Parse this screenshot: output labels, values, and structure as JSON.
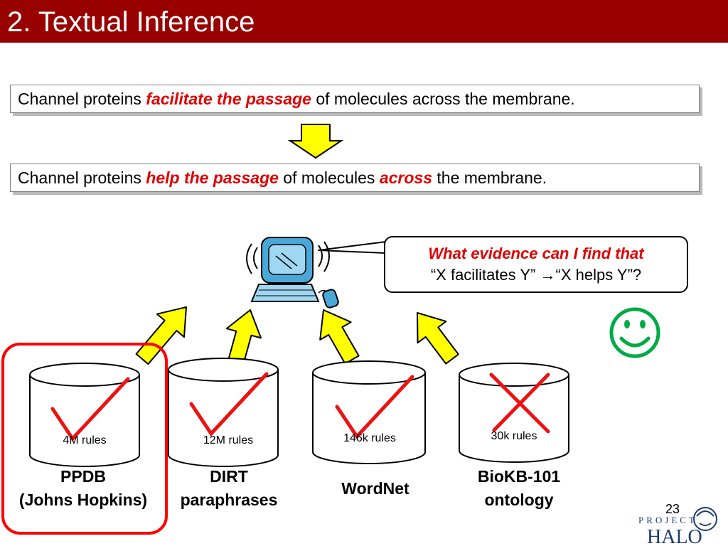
{
  "slide": {
    "title": "2. Textual Inference",
    "page_number": "23"
  },
  "sentence1": {
    "prefix": "Channel proteins ",
    "highlight": "facilitate the passage",
    "suffix": " of molecules across the membrane."
  },
  "sentence2": {
    "prefix": "Channel proteins ",
    "highlight1": "help the passage",
    "middle": " of molecules ",
    "highlight2": "across",
    "suffix": " the membrane."
  },
  "question": {
    "line1": "What evidence can I find that",
    "line2": "“X facilitates Y” →“X helps Y”?"
  },
  "databases": [
    {
      "rules": "4M rules",
      "name_line1": "PPDB",
      "name_line2": "(Johns Hopkins)",
      "status": "check",
      "selected": true
    },
    {
      "rules": "12M rules",
      "name_line1": "DIRT",
      "name_line2": "paraphrases",
      "status": "check",
      "selected": false
    },
    {
      "rules": "146k  rules",
      "name_line1": "WordNet",
      "name_line2": "",
      "status": "check",
      "selected": false
    },
    {
      "rules": "30k  rules",
      "name_line1": "BioKB-101",
      "name_line2": "ontology",
      "status": "cross",
      "selected": false
    }
  ],
  "logo": {
    "top": "PROJECT",
    "bottom": "HALO"
  },
  "colors": {
    "header": "#990000",
    "highlight": "#e00000",
    "arrow_fill": "#ffff00",
    "smiley": "#00aa44"
  }
}
